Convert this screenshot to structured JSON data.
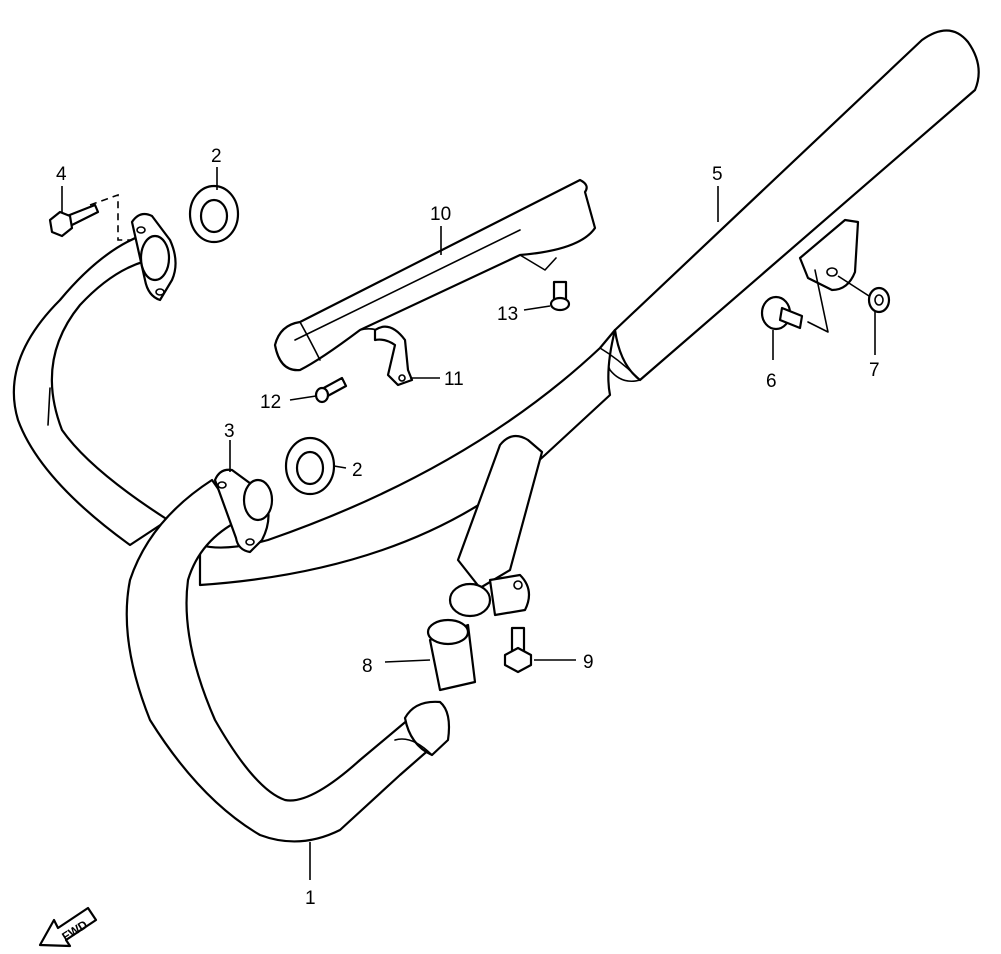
{
  "callouts": [
    {
      "id": "1",
      "text": "1"
    },
    {
      "id": "2a",
      "text": "2"
    },
    {
      "id": "2b",
      "text": "2"
    },
    {
      "id": "3",
      "text": "3"
    },
    {
      "id": "4",
      "text": "4"
    },
    {
      "id": "5",
      "text": "5"
    },
    {
      "id": "6",
      "text": "6"
    },
    {
      "id": "7",
      "text": "7"
    },
    {
      "id": "8",
      "text": "8"
    },
    {
      "id": "9",
      "text": "9"
    },
    {
      "id": "10",
      "text": "10"
    },
    {
      "id": "11",
      "text": "11"
    },
    {
      "id": "12",
      "text": "12"
    },
    {
      "id": "13",
      "text": "13"
    }
  ],
  "direction_badge": {
    "text": "FWD"
  }
}
